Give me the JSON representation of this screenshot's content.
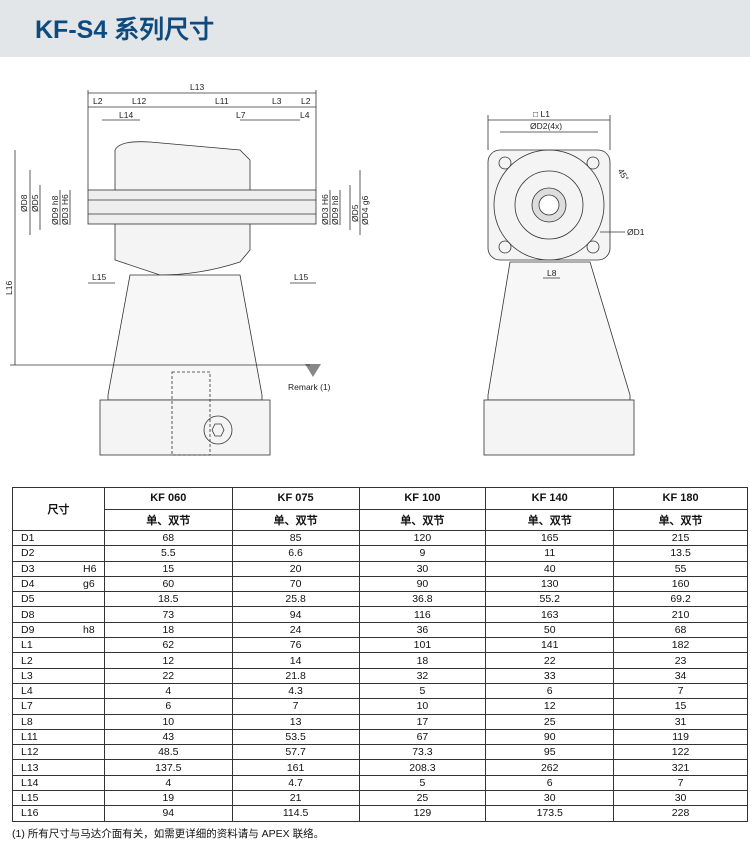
{
  "title": "KF-S4 系列尺寸",
  "drawing": {
    "labels": {
      "L13": "L13",
      "L2": "L2",
      "L12": "L12",
      "L11": "L11",
      "L3": "L3",
      "L14": "L14",
      "L7": "L7",
      "L4": "L4",
      "D8": "ØD8",
      "D5": "ØD5",
      "D9h8": "ØD9 h8",
      "D3H6": "ØD3 H6",
      "D3H6r": "ØD3 H6",
      "D9h8r": "ØD9 h8",
      "D5r": "ØD5",
      "D4g6": "ØD4 g6",
      "L15": "L15",
      "L15r": "L15",
      "L16": "L16",
      "remark": "Remark (1)",
      "L1": "□ L1",
      "D2": "ØD2(4x)",
      "angle": "45°",
      "D1": "ØD1",
      "L8": "L8"
    }
  },
  "table": {
    "corner": "尺寸",
    "models": [
      "KF 060",
      "KF 075",
      "KF 100",
      "KF 140",
      "KF 180"
    ],
    "subheader": "单、双节",
    "rows": [
      {
        "name": "D1",
        "tol": "",
        "v": [
          "68",
          "85",
          "120",
          "165",
          "215"
        ]
      },
      {
        "name": "D2",
        "tol": "",
        "v": [
          "5.5",
          "6.6",
          "9",
          "11",
          "13.5"
        ]
      },
      {
        "name": "D3",
        "tol": "H6",
        "v": [
          "15",
          "20",
          "30",
          "40",
          "55"
        ]
      },
      {
        "name": "D4",
        "tol": "g6",
        "v": [
          "60",
          "70",
          "90",
          "130",
          "160"
        ]
      },
      {
        "name": "D5",
        "tol": "",
        "v": [
          "18.5",
          "25.8",
          "36.8",
          "55.2",
          "69.2"
        ]
      },
      {
        "name": "D8",
        "tol": "",
        "v": [
          "73",
          "94",
          "116",
          "163",
          "210"
        ]
      },
      {
        "name": "D9",
        "tol": "h8",
        "v": [
          "18",
          "24",
          "36",
          "50",
          "68"
        ]
      },
      {
        "name": "L1",
        "tol": "",
        "v": [
          "62",
          "76",
          "101",
          "141",
          "182"
        ]
      },
      {
        "name": "L2",
        "tol": "",
        "v": [
          "12",
          "14",
          "18",
          "22",
          "23"
        ]
      },
      {
        "name": "L3",
        "tol": "",
        "v": [
          "22",
          "21.8",
          "32",
          "33",
          "34"
        ]
      },
      {
        "name": "L4",
        "tol": "",
        "v": [
          "4",
          "4.3",
          "5",
          "6",
          "7"
        ]
      },
      {
        "name": "L7",
        "tol": "",
        "v": [
          "6",
          "7",
          "10",
          "12",
          "15"
        ]
      },
      {
        "name": "L8",
        "tol": "",
        "v": [
          "10",
          "13",
          "17",
          "25",
          "31"
        ]
      },
      {
        "name": "L11",
        "tol": "",
        "v": [
          "43",
          "53.5",
          "67",
          "90",
          "119"
        ]
      },
      {
        "name": "L12",
        "tol": "",
        "v": [
          "48.5",
          "57.7",
          "73.3",
          "95",
          "122"
        ]
      },
      {
        "name": "L13",
        "tol": "",
        "v": [
          "137.5",
          "161",
          "208.3",
          "262",
          "321"
        ]
      },
      {
        "name": "L14",
        "tol": "",
        "v": [
          "4",
          "4.7",
          "5",
          "6",
          "7"
        ]
      },
      {
        "name": "L15",
        "tol": "",
        "v": [
          "19",
          "21",
          "25",
          "30",
          "30"
        ]
      },
      {
        "name": "L16",
        "tol": "",
        "v": [
          "94",
          "114.5",
          "129",
          "173.5",
          "228"
        ]
      }
    ]
  },
  "note": "(1) 所有尺寸与马达介面有关，如需更详细的资料请与 APEX 联络。"
}
